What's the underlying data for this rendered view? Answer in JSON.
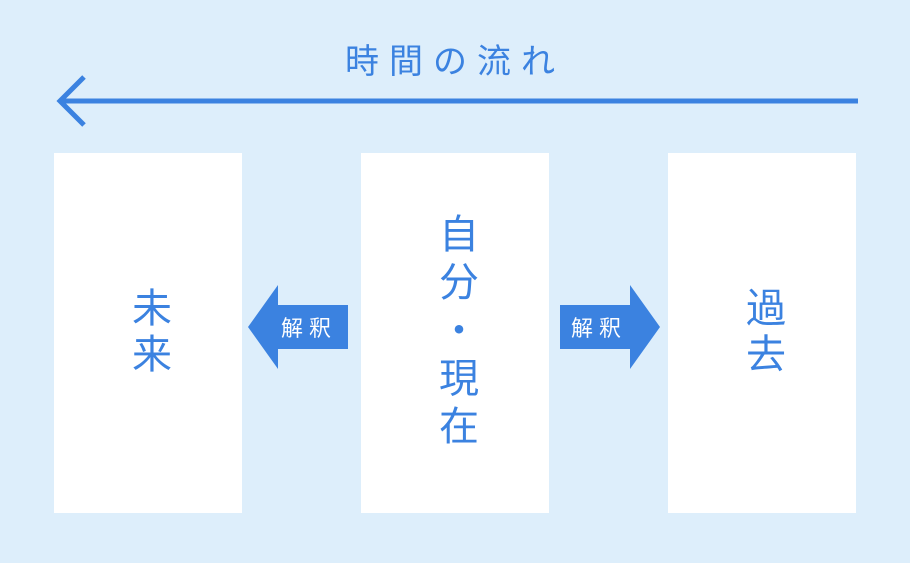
{
  "title": "時間の流れ",
  "boxes": {
    "future": "未来",
    "present": "自分・現在",
    "past": "過去"
  },
  "interpret": {
    "left_label": "解釈",
    "right_label": "解釈"
  },
  "colors": {
    "background": "#ddeefb",
    "accent": "#3b82e0",
    "box": "#ffffff"
  },
  "icons": {
    "timeline_arrow": "arrow-left-icon",
    "interpret_left": "block-arrow-left-icon",
    "interpret_right": "block-arrow-right-icon"
  }
}
